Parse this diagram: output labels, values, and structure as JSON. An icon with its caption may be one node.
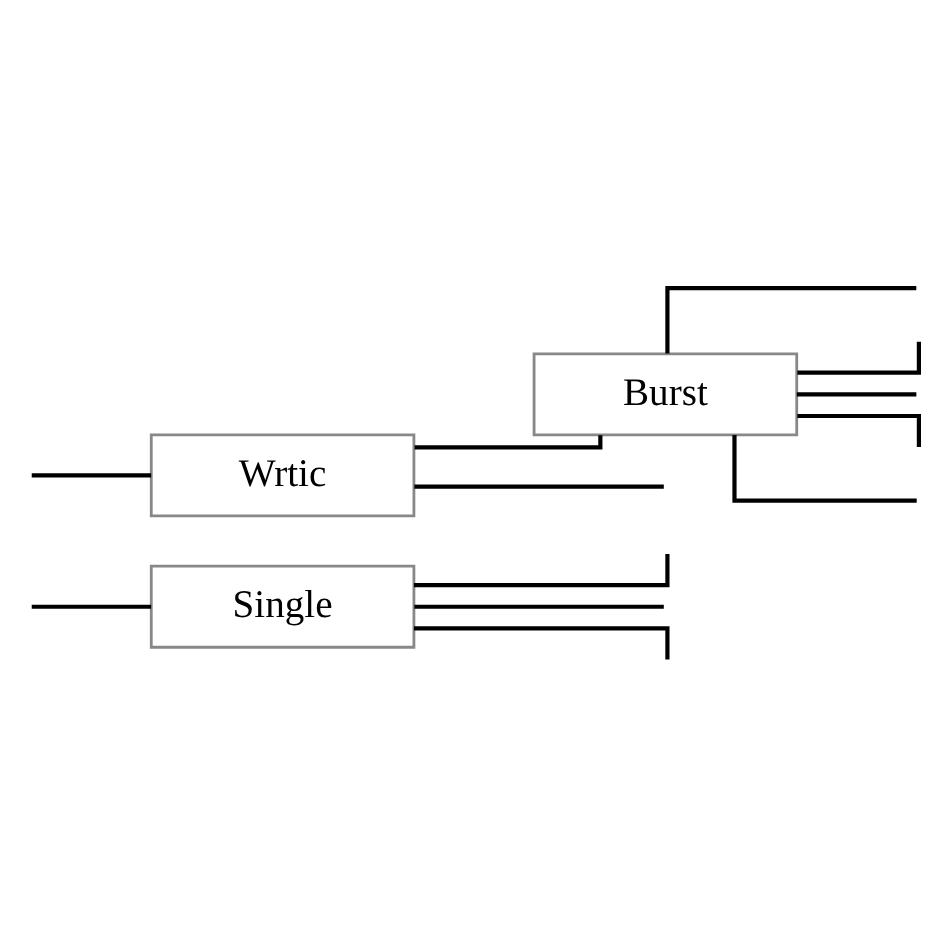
{
  "diagram": {
    "nodes": [
      {
        "text": [
          "Single"
        ]
      },
      {
        "text": [
          "Wrtic"
        ]
      },
      {
        "text": [
          "Burst"
        ]
      }
    ],
    "edges": [
      {
        "from": null,
        "to": 0,
        "arrow": "none"
      },
      {
        "from": 0,
        "to": null,
        "arrow": "none"
      },
      {
        "from": 0,
        "to": null,
        "arrow": "none"
      },
      {
        "from": 0,
        "to": null,
        "arrow": "none"
      },
      {
        "from": null,
        "to": 1,
        "arrow": "none"
      },
      {
        "from": 1,
        "to": 2,
        "arrow": "none"
      },
      {
        "from": 1,
        "to": null,
        "arrow": "none"
      },
      {
        "from": 2,
        "to": null,
        "arrow": "none"
      },
      {
        "from": 2,
        "to": null,
        "arrow": "none"
      },
      {
        "from": 2,
        "to": null,
        "arrow": "none"
      },
      {
        "from": 2,
        "to": null,
        "arrow": "none"
      },
      {
        "from": 2,
        "to": null,
        "arrow": "none"
      }
    ]
  }
}
